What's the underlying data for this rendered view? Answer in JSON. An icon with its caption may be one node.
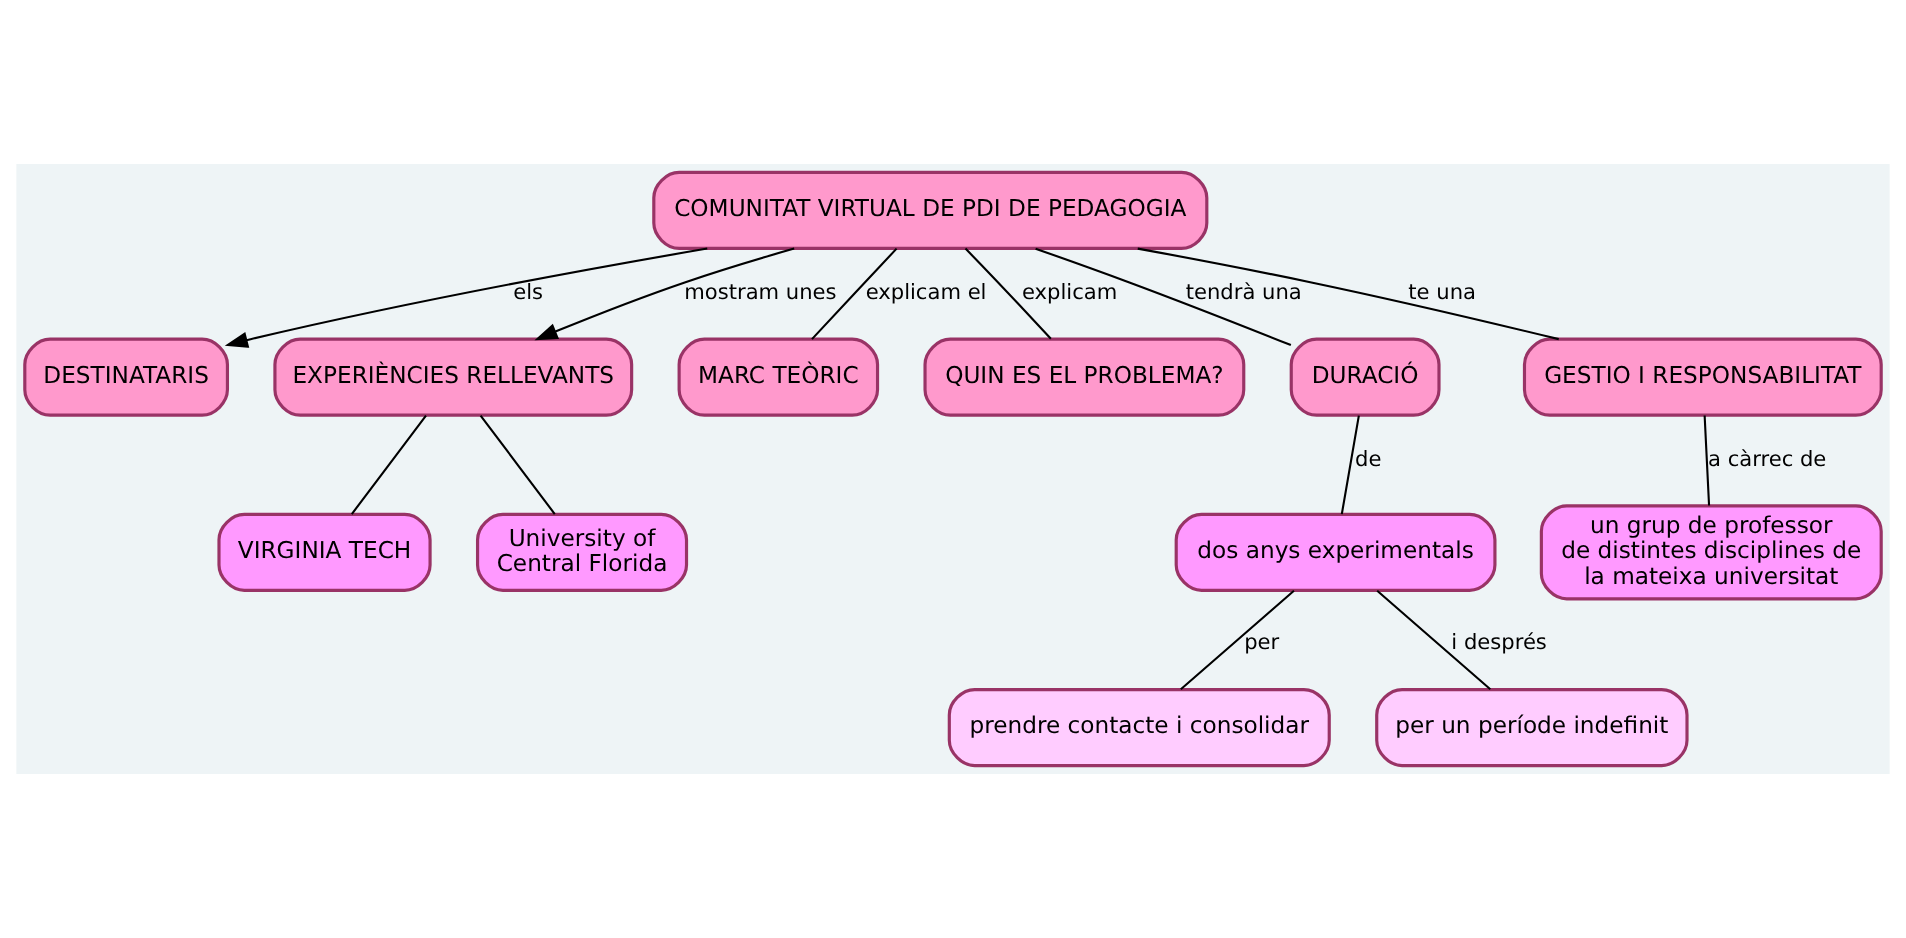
{
  "diagram": {
    "nodes": [
      {
        "text": [
          "COMUNITAT VIRTUAL DE PDI DE PEDAGOGIA"
        ]
      },
      {
        "text": [
          "DESTINATARIS"
        ]
      },
      {
        "text": [
          "EXPERIÈNCIES RELLEVANTS"
        ]
      },
      {
        "text": [
          "MARC TEÒRIC"
        ]
      },
      {
        "text": [
          "QUIN ES EL PROBLEMA?"
        ]
      },
      {
        "text": [
          "DURACIÓ"
        ]
      },
      {
        "text": [
          "GESTIO I RESPONSABILITAT"
        ]
      },
      {
        "text": [
          "VIRGINIA TECH"
        ]
      },
      {
        "text": [
          "University of Central Florida"
        ]
      },
      {
        "text": [
          "un grup de professor de distintes disciplines de la mateixa universitat"
        ]
      },
      {
        "text": [
          "dos anys experimentals"
        ]
      },
      {
        "text": [
          "prendre contacte i consolidar"
        ]
      },
      {
        "text": [
          "per un període indefinit"
        ]
      }
    ],
    "edges": [
      {
        "from": 0,
        "to": 1,
        "arrow": "to",
        "label": "els"
      },
      {
        "from": 0,
        "to": 4,
        "arrow": "none",
        "label": "explicam"
      },
      {
        "from": 0,
        "to": 5,
        "arrow": "none",
        "label": "tendrà una"
      },
      {
        "from": 0,
        "to": 6,
        "arrow": "none",
        "label": "te una"
      },
      {
        "from": 0,
        "to": 3,
        "arrow": "none",
        "label": "explicam el"
      },
      {
        "from": 0,
        "to": 2,
        "arrow": "to",
        "label": "mostram unes"
      },
      {
        "from": 2,
        "to": 7,
        "arrow": "none"
      },
      {
        "from": 2,
        "to": 8,
        "arrow": "none"
      },
      {
        "from": 5,
        "to": 10,
        "arrow": "none",
        "label": "de"
      },
      {
        "from": 6,
        "to": 9,
        "arrow": "none",
        "label": "a càrrec de"
      },
      {
        "from": 10,
        "to": 11,
        "arrow": "none",
        "label": "per"
      },
      {
        "from": 10,
        "to": 12,
        "arrow": "none",
        "label": "i després"
      }
    ]
  }
}
